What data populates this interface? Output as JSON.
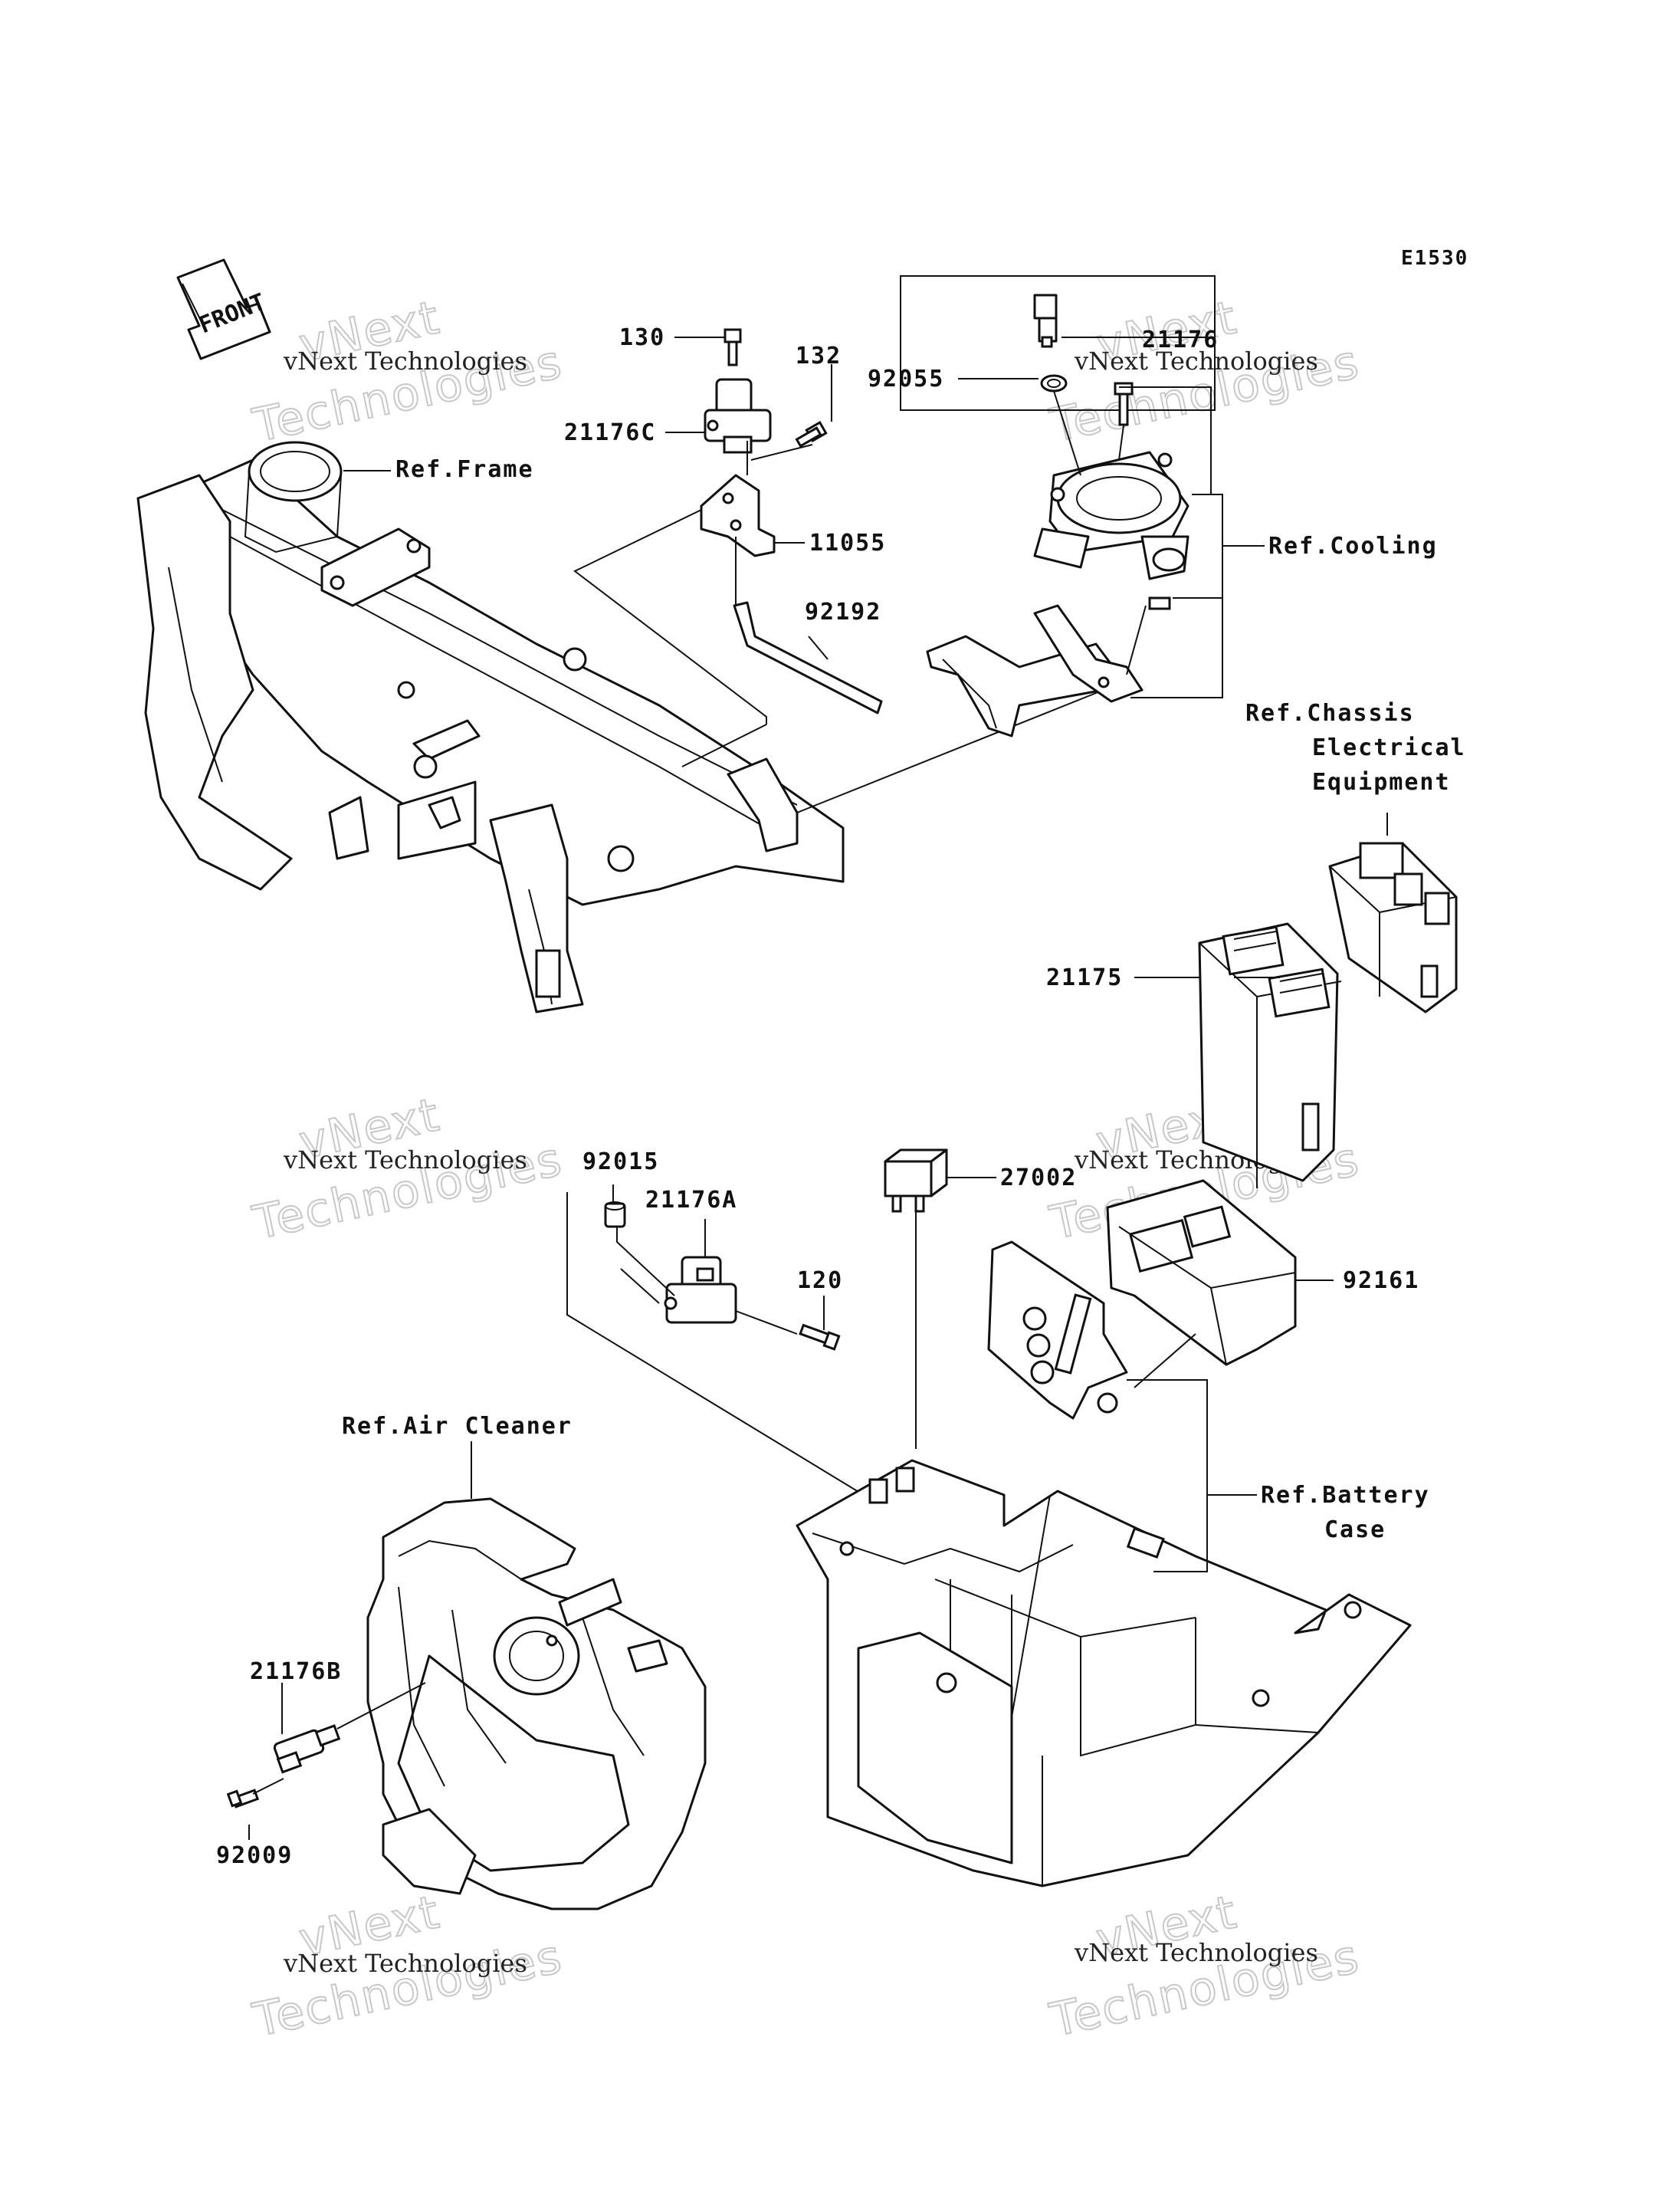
{
  "diagram_code": "E1530",
  "front_label": "FRONT",
  "parts": {
    "p130": "130",
    "p132": "132",
    "p21176C": "21176C",
    "p11055": "11055",
    "p92192": "92192",
    "p21176": "21176",
    "p92055": "92055",
    "p21175": "21175",
    "p27002": "27002",
    "p92015": "92015",
    "p21176A": "21176A",
    "p120": "120",
    "p92161": "92161",
    "p21176B": "21176B",
    "p92009": "92009"
  },
  "refs": {
    "frame": "Ref.Frame",
    "cooling": "Ref.Cooling",
    "chassis_1": "Ref.Chassis",
    "chassis_2": "Electrical",
    "chassis_3": "Equipment",
    "air_cleaner": "Ref.Air Cleaner",
    "battery_1": "Ref.Battery",
    "battery_2": "Case"
  },
  "watermark": {
    "line1": "vNext",
    "line2": "vNext Technologies",
    "line3": "Technologies"
  }
}
